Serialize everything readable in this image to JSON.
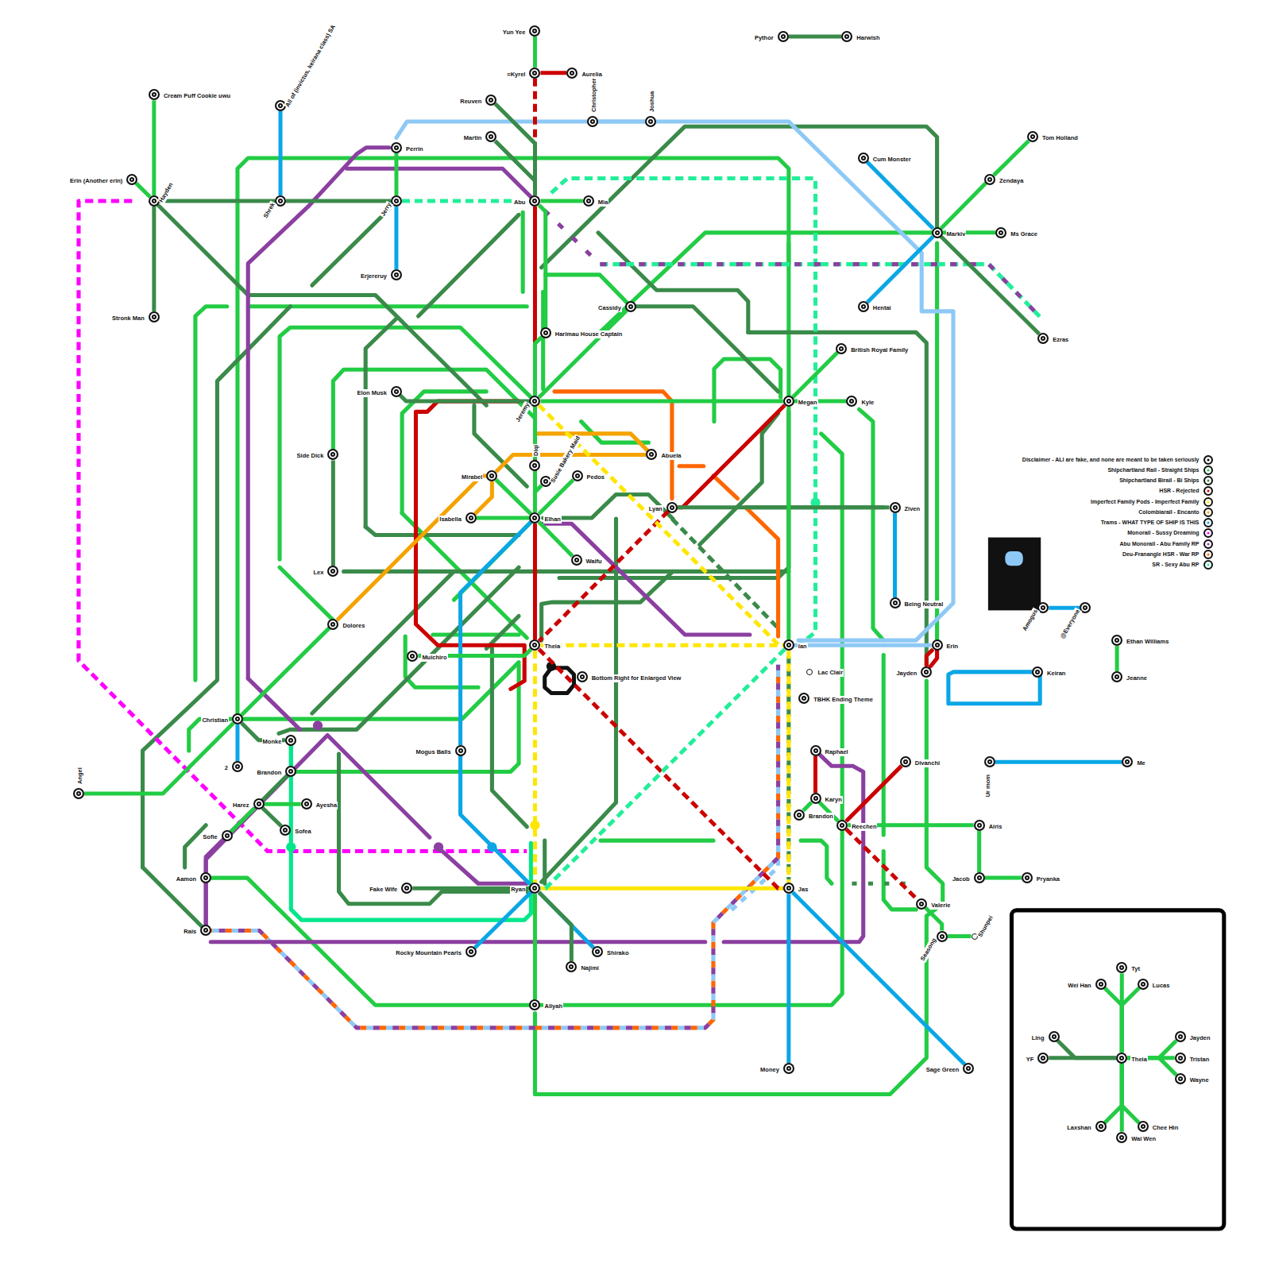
{
  "diagram": {
    "nodes": [
      {
        "text": [
          "Yun Yee"
        ]
      },
      {
        "text": [
          "=Kyrel"
        ]
      },
      {
        "text": [
          "Aurelia"
        ]
      },
      {
        "text": [
          "Pythor"
        ]
      },
      {
        "text": [
          "Harwish"
        ]
      },
      {
        "text": [
          "Cream Puff Cookie uwu"
        ]
      },
      {
        "text": [
          "All of (invictus, keirana class) SA"
        ]
      },
      {
        "text": [
          "Reuven"
        ]
      },
      {
        "text": [
          "Christopher"
        ]
      },
      {
        "text": [
          "Joshua"
        ]
      },
      {
        "text": [
          "Martin"
        ]
      },
      {
        "text": [
          "Tom Holland"
        ]
      },
      {
        "text": [
          "Perrin"
        ]
      },
      {
        "text": [
          "Cum Monster"
        ]
      },
      {
        "text": [
          "Zendaya"
        ]
      },
      {
        "text": [
          "Erin (Another erin)"
        ]
      },
      {
        "text": [
          "Hayden"
        ]
      },
      {
        "text": [
          "Shrek"
        ]
      },
      {
        "text": [
          "Jerry"
        ]
      },
      {
        "text": [
          "Abu"
        ]
      },
      {
        "text": [
          "Mia"
        ]
      },
      {
        "text": [
          "Markiv"
        ]
      },
      {
        "text": [
          "Ms Grace"
        ]
      },
      {
        "text": [
          "Erjereruy"
        ]
      },
      {
        "text": [
          "Cassidy"
        ]
      },
      {
        "text": [
          "Hentai"
        ]
      },
      {
        "text": [
          "Stronk Man"
        ]
      },
      {
        "text": [
          "Harimau House Captain"
        ]
      },
      {
        "text": [
          "Ezras"
        ]
      },
      {
        "text": [
          "British Royal Family"
        ]
      },
      {
        "text": [
          "Elon Musk"
        ]
      },
      {
        "text": [
          "Jeremy"
        ]
      },
      {
        "text": [
          "Megan"
        ]
      },
      {
        "text": [
          "Kyle"
        ]
      },
      {
        "text": [
          "Side Dick"
        ]
      },
      {
        "text": [
          "Abuela"
        ]
      },
      {
        "text": [
          "Diqi"
        ]
      },
      {
        "text": [
          "Susie Bakery Maid"
        ]
      },
      {
        "text": [
          "Pedos"
        ]
      },
      {
        "text": [
          "Mirabel"
        ]
      },
      {
        "text": [
          "Isabella"
        ]
      },
      {
        "text": [
          "Elhan"
        ]
      },
      {
        "text": [
          "Lyan"
        ]
      },
      {
        "text": [
          "Ziven"
        ]
      },
      {
        "text": [
          "Waifu"
        ]
      },
      {
        "text": [
          "Lex"
        ]
      },
      {
        "text": [
          "Being Neutral"
        ]
      },
      {
        "text": [
          "Amogus"
        ]
      },
      {
        "text": [
          "@Everyone"
        ]
      },
      {
        "text": [
          "Dolores"
        ]
      },
      {
        "text": [
          "Ethan Williams"
        ]
      },
      {
        "text": [
          "Theia"
        ]
      },
      {
        "text": [
          "Ian"
        ]
      },
      {
        "text": [
          "Erin"
        ]
      },
      {
        "text": [
          "Muichiro"
        ]
      },
      {
        "text": [
          "Jayden"
        ]
      },
      {
        "text": [
          "Lac Clair"
        ]
      },
      {
        "text": [
          "Keiran"
        ]
      },
      {
        "text": [
          "Bottom Right for Enlarged View"
        ]
      },
      {
        "text": [
          "Jeanne"
        ]
      },
      {
        "text": [
          "TBHK Ending Theme"
        ]
      },
      {
        "text": [
          "Christian"
        ]
      },
      {
        "text": [
          "Monke"
        ]
      },
      {
        "text": [
          "Raphael"
        ]
      },
      {
        "text": [
          "Mogus Balls"
        ]
      },
      {
        "text": [
          "Divanchi"
        ]
      },
      {
        "text": [
          "Ur mom"
        ]
      },
      {
        "text": [
          "Me"
        ]
      },
      {
        "text": [
          "2"
        ]
      },
      {
        "text": [
          "Brandon"
        ]
      },
      {
        "text": [
          "Angel"
        ]
      },
      {
        "text": [
          "Karyn"
        ]
      },
      {
        "text": [
          "Harez"
        ]
      },
      {
        "text": [
          "Ayesha"
        ]
      },
      {
        "text": [
          "Brandon"
        ]
      },
      {
        "text": [
          "Sofea"
        ]
      },
      {
        "text": [
          "Reechen"
        ]
      },
      {
        "text": [
          "Airis"
        ]
      },
      {
        "text": [
          "Sofie"
        ]
      },
      {
        "text": [
          "Aamon"
        ]
      },
      {
        "text": [
          "Jacob"
        ]
      },
      {
        "text": [
          "Pryanka"
        ]
      },
      {
        "text": [
          "Fake Wife"
        ]
      },
      {
        "text": [
          "Ryan"
        ]
      },
      {
        "text": [
          "Jas"
        ]
      },
      {
        "text": [
          "Valerie"
        ]
      },
      {
        "text": [
          "Rais"
        ]
      },
      {
        "text": [
          "Seasong"
        ]
      },
      {
        "text": [
          "Shunpei"
        ]
      },
      {
        "text": [
          "Rocky Mountain Pearls"
        ]
      },
      {
        "text": [
          "Shirako"
        ]
      },
      {
        "text": [
          "Najimi"
        ]
      },
      {
        "text": [
          "Aliyah"
        ]
      },
      {
        "text": [
          "Money"
        ]
      },
      {
        "text": [
          "Sage Green"
        ]
      },
      {
        "text": [
          "Tyt"
        ]
      },
      {
        "text": [
          "Wei Han"
        ]
      },
      {
        "text": [
          "Lucas"
        ]
      },
      {
        "text": [
          "Ling"
        ]
      },
      {
        "text": [
          "YF"
        ]
      },
      {
        "text": [
          "Theia"
        ]
      },
      {
        "text": [
          "Jayden"
        ]
      },
      {
        "text": [
          "Tristan"
        ]
      },
      {
        "text": [
          "Wayne"
        ]
      },
      {
        "text": [
          "Laxshan"
        ]
      },
      {
        "text": [
          "Wai Wen"
        ]
      },
      {
        "text": [
          "Chee Hin"
        ]
      }
    ],
    "edges": [
      {
        "from": 0,
        "to": 1,
        "arrow": "none"
      },
      {
        "from": 1,
        "to": 2,
        "arrow": "none"
      },
      {
        "from": 1,
        "to": 19,
        "arrow": "none"
      },
      {
        "from": 3,
        "to": 4,
        "arrow": "none"
      },
      {
        "from": 5,
        "to": 16,
        "arrow": "none"
      },
      {
        "from": 6,
        "to": 17,
        "arrow": "none"
      },
      {
        "from": 7,
        "to": 19,
        "arrow": "none"
      },
      {
        "from": 10,
        "to": 19,
        "arrow": "none"
      },
      {
        "from": 12,
        "to": 18,
        "arrow": "none"
      },
      {
        "from": 18,
        "to": 23,
        "arrow": "none"
      },
      {
        "from": 15,
        "to": 16,
        "arrow": "none"
      },
      {
        "from": 16,
        "to": 17,
        "arrow": "none"
      },
      {
        "from": 17,
        "to": 18,
        "arrow": "none"
      },
      {
        "from": 18,
        "to": 19,
        "arrow": "none"
      },
      {
        "from": 19,
        "to": 20,
        "arrow": "none"
      },
      {
        "from": 16,
        "to": 26,
        "arrow": "none"
      },
      {
        "from": 13,
        "to": 21,
        "arrow": "none"
      },
      {
        "from": 21,
        "to": 25,
        "arrow": "none"
      },
      {
        "from": 11,
        "to": 14,
        "arrow": "none"
      },
      {
        "from": 14,
        "to": 21,
        "arrow": "none"
      },
      {
        "from": 21,
        "to": 22,
        "arrow": "none"
      },
      {
        "from": 21,
        "to": 28,
        "arrow": "none"
      },
      {
        "from": 19,
        "to": 31,
        "arrow": "none"
      },
      {
        "from": 31,
        "to": 41,
        "arrow": "none"
      },
      {
        "from": 41,
        "to": 51,
        "arrow": "none"
      },
      {
        "from": 19,
        "to": 27,
        "arrow": "none"
      },
      {
        "from": 27,
        "to": 31,
        "arrow": "none"
      },
      {
        "from": 24,
        "to": 31,
        "arrow": "none"
      },
      {
        "from": 30,
        "to": 31,
        "arrow": "none"
      },
      {
        "from": 31,
        "to": 32,
        "arrow": "none"
      },
      {
        "from": 32,
        "to": 33,
        "arrow": "none"
      },
      {
        "from": 32,
        "to": 29,
        "arrow": "none"
      },
      {
        "from": 32,
        "to": 42,
        "arrow": "none"
      },
      {
        "from": 42,
        "to": 51,
        "arrow": "none"
      },
      {
        "from": 42,
        "to": 43,
        "arrow": "none"
      },
      {
        "from": 43,
        "to": 46,
        "arrow": "none"
      },
      {
        "from": 49,
        "to": 39,
        "arrow": "none"
      },
      {
        "from": 39,
        "to": 35,
        "arrow": "none"
      },
      {
        "from": 40,
        "to": 39,
        "arrow": "none"
      },
      {
        "from": 39,
        "to": 41,
        "arrow": "none"
      },
      {
        "from": 40,
        "to": 41,
        "arrow": "none"
      },
      {
        "from": 31,
        "to": 36,
        "arrow": "none"
      },
      {
        "from": 36,
        "to": 41,
        "arrow": "none"
      },
      {
        "from": 37,
        "to": 41,
        "arrow": "none"
      },
      {
        "from": 38,
        "to": 41,
        "arrow": "none"
      },
      {
        "from": 41,
        "to": 44,
        "arrow": "none"
      },
      {
        "from": 41,
        "to": 64,
        "arrow": "none"
      },
      {
        "from": 34,
        "to": 45,
        "arrow": "none"
      },
      {
        "from": 49,
        "to": 61,
        "arrow": "none"
      },
      {
        "from": 51,
        "to": 52,
        "arrow": "none"
      },
      {
        "from": 51,
        "to": 83,
        "arrow": "none"
      },
      {
        "from": 52,
        "to": 84,
        "arrow": "none"
      },
      {
        "from": 83,
        "to": 84,
        "arrow": "none"
      },
      {
        "from": 51,
        "to": 84,
        "arrow": "none"
      },
      {
        "from": 52,
        "to": 83,
        "arrow": "none"
      },
      {
        "from": 31,
        "to": 52,
        "arrow": "none"
      },
      {
        "from": 32,
        "to": 52,
        "arrow": "none"
      },
      {
        "from": 52,
        "to": 53,
        "arrow": "none"
      },
      {
        "from": 53,
        "to": 55,
        "arrow": "none"
      },
      {
        "from": 61,
        "to": 68,
        "arrow": "none"
      },
      {
        "from": 61,
        "to": 62,
        "arrow": "none"
      },
      {
        "from": 62,
        "to": 69,
        "arrow": "none"
      },
      {
        "from": 72,
        "to": 73,
        "arrow": "none"
      },
      {
        "from": 72,
        "to": 75,
        "arrow": "none"
      },
      {
        "from": 72,
        "to": 79,
        "arrow": "none"
      },
      {
        "from": 79,
        "to": 86,
        "arrow": "none"
      },
      {
        "from": 78,
        "to": 72,
        "arrow": "none"
      },
      {
        "from": 70,
        "to": 61,
        "arrow": "none"
      },
      {
        "from": 63,
        "to": 71,
        "arrow": "none"
      },
      {
        "from": 71,
        "to": 74,
        "arrow": "none"
      },
      {
        "from": 65,
        "to": 76,
        "arrow": "none"
      },
      {
        "from": 76,
        "to": 85,
        "arrow": "none"
      },
      {
        "from": 76,
        "to": 77,
        "arrow": "none"
      },
      {
        "from": 77,
        "to": 80,
        "arrow": "none"
      },
      {
        "from": 80,
        "to": 81,
        "arrow": "none"
      },
      {
        "from": 71,
        "to": 76,
        "arrow": "none"
      },
      {
        "from": 82,
        "to": 83,
        "arrow": "none"
      },
      {
        "from": 83,
        "to": 89,
        "arrow": "none"
      },
      {
        "from": 83,
        "to": 90,
        "arrow": "none"
      },
      {
        "from": 83,
        "to": 91,
        "arrow": "none"
      },
      {
        "from": 83,
        "to": 92,
        "arrow": "none"
      },
      {
        "from": 84,
        "to": 93,
        "arrow": "none"
      },
      {
        "from": 84,
        "to": 94,
        "arrow": "none"
      },
      {
        "from": 85,
        "to": 87,
        "arrow": "none"
      },
      {
        "from": 87,
        "to": 88,
        "arrow": "none"
      },
      {
        "from": 47,
        "to": 48,
        "arrow": "none"
      },
      {
        "from": 50,
        "to": 59,
        "arrow": "none"
      },
      {
        "from": 66,
        "to": 67,
        "arrow": "none"
      },
      {
        "from": 8,
        "to": 9,
        "arrow": "none"
      },
      {
        "from": 51,
        "to": 54,
        "arrow": "none"
      },
      {
        "from": 69,
        "to": 72,
        "arrow": "none"
      },
      {
        "from": 95,
        "to": 100,
        "arrow": "none"
      },
      {
        "from": 96,
        "to": 100,
        "arrow": "none"
      },
      {
        "from": 97,
        "to": 100,
        "arrow": "none"
      },
      {
        "from": 98,
        "to": 100,
        "arrow": "none"
      },
      {
        "from": 99,
        "to": 100,
        "arrow": "none"
      },
      {
        "from": 101,
        "to": 100,
        "arrow": "none"
      },
      {
        "from": 102,
        "to": 100,
        "arrow": "none"
      },
      {
        "from": 103,
        "to": 100,
        "arrow": "none"
      },
      {
        "from": 104,
        "to": 100,
        "arrow": "none"
      },
      {
        "from": 105,
        "to": 100,
        "arrow": "none"
      },
      {
        "from": 106,
        "to": 100,
        "arrow": "none"
      }
    ],
    "legend": [
      {
        "text": "Disclaimer - ALl are fake, and none are meant to be taken seriously",
        "color": "#000000"
      },
      {
        "text": "Shipchartland Rail - Straight Ships",
        "color": "#22cc44"
      },
      {
        "text": "Shipchartland Birail - Bi Ships",
        "color": "#3a8a4a"
      },
      {
        "text": "HSR - Rejected",
        "color": "#cc0000"
      },
      {
        "text": "Imperfect Family Pods - Imperfect Family",
        "color": "#ffe600"
      },
      {
        "text": "Colombiarail - Encanto",
        "color": "#f5a300"
      },
      {
        "text": "Trams - WHAT TYPE OF SHIP IS THIS",
        "color": "#0aa6e6"
      },
      {
        "text": "Monorail - Sussy Dreaming",
        "color": "#ff00ff"
      },
      {
        "text": "Abu Monorail - Abu Family RP",
        "color": "#8b3fa0"
      },
      {
        "text": "Deu-Franangle HSR - War RP",
        "color": "#ff6600"
      },
      {
        "text": "SR - Sexy Abu RP",
        "color": "#22ee99"
      }
    ]
  }
}
